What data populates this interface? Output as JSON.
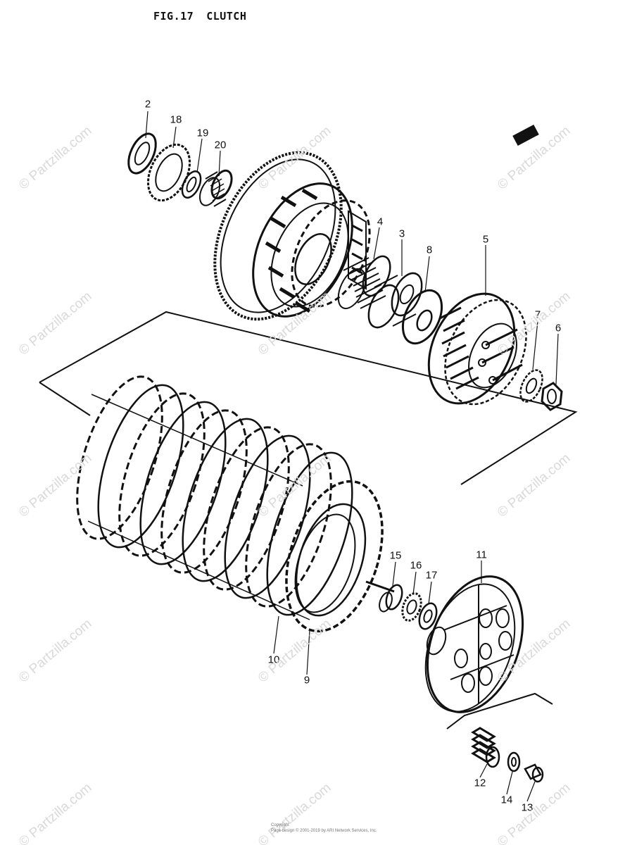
{
  "figure": {
    "number": "FIG.17",
    "title": "CLUTCH"
  },
  "watermark": "© Partzilla.com",
  "footer": {
    "line1": "Copyright",
    "line2": "Page design © 2001-2019 by ARI Network Services, Inc."
  },
  "callouts": [
    {
      "label": "2",
      "part": "washer"
    },
    {
      "label": "18",
      "part": "spacer-plate"
    },
    {
      "label": "19",
      "part": "washer"
    },
    {
      "label": "20",
      "part": "needle-bearing"
    },
    {
      "label": "4",
      "part": "needle-bearing"
    },
    {
      "label": "3",
      "part": "spacer"
    },
    {
      "label": "8",
      "part": "thrust-washer"
    },
    {
      "label": "5",
      "part": "clutch-sleeve-hub"
    },
    {
      "label": "7",
      "part": "lock-washer"
    },
    {
      "label": "6",
      "part": "nut"
    },
    {
      "label": "15",
      "part": "push-piece"
    },
    {
      "label": "16",
      "part": "bearing"
    },
    {
      "label": "17",
      "part": "washer"
    },
    {
      "label": "11",
      "part": "pressure-plate"
    },
    {
      "label": "10",
      "part": "driven-plate"
    },
    {
      "label": "9",
      "part": "drive-plate"
    },
    {
      "label": "12",
      "part": "clutch-spring"
    },
    {
      "label": "14",
      "part": "washer"
    },
    {
      "label": "13",
      "part": "bolt"
    }
  ]
}
